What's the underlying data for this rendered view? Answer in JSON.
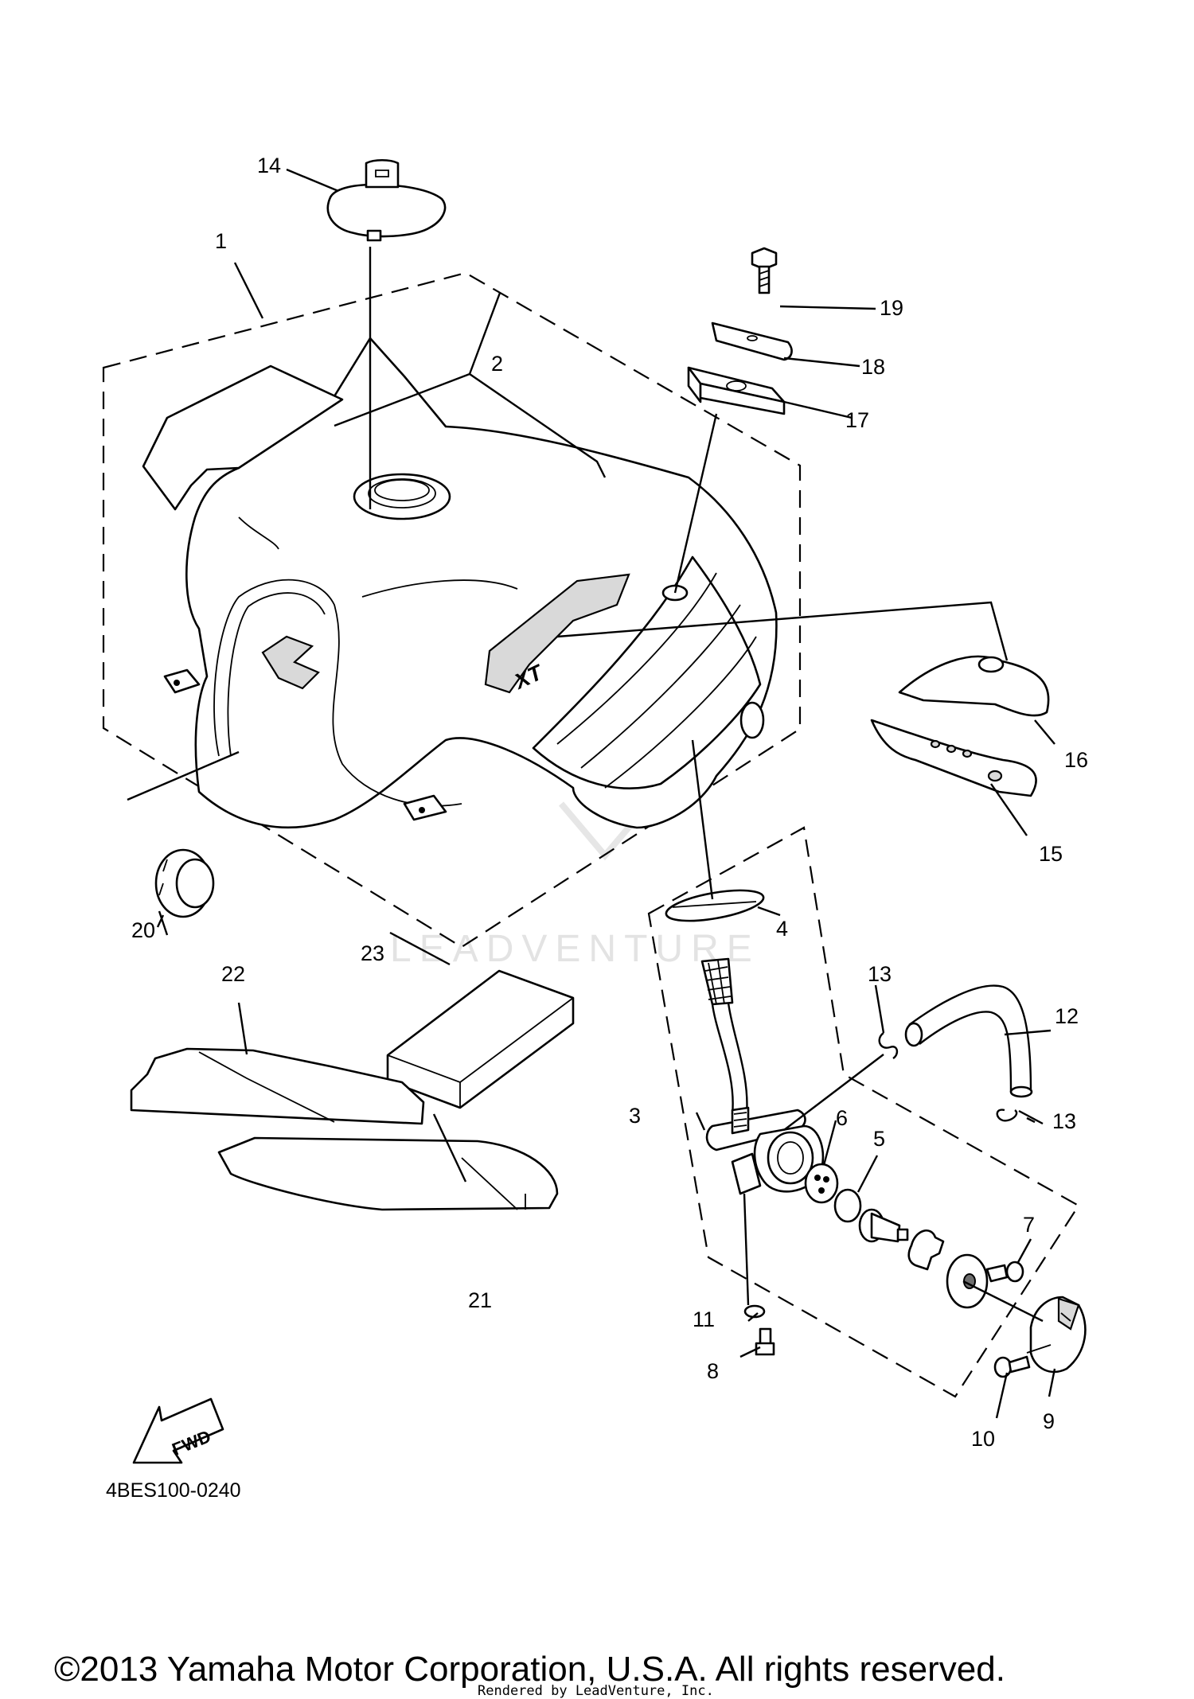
{
  "diagram": {
    "part_numbers": [
      "1",
      "2",
      "3",
      "4",
      "5",
      "6",
      "7",
      "8",
      "9",
      "10",
      "11",
      "12",
      "13",
      "13",
      "14",
      "15",
      "16",
      "17",
      "18",
      "19",
      "20",
      "21",
      "22",
      "23"
    ],
    "figure_code": "4BES100-0240",
    "fwd_label": "FWD",
    "tank_lettering": "XT",
    "watermark": "LEADVENTURE",
    "copyright": "©2013 Yamaha Motor Corporation, U.S.A. All rights reserved.",
    "rendered_by": "Rendered by LeadVenture, Inc."
  }
}
